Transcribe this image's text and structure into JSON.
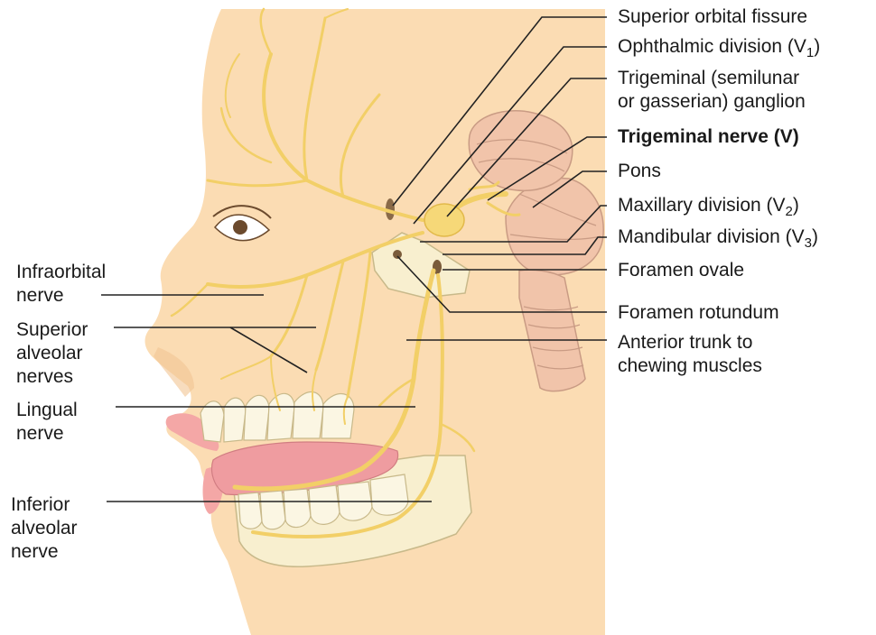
{
  "colors": {
    "skin": "#fbdcb3",
    "skin_shadow": "#f1c592",
    "nerve": "#f6d878",
    "nerve_dark": "#e2b94a",
    "lip": "#f4a7a6",
    "tongue": "#ef9ca0",
    "tooth": "#fbf6e3",
    "bone": "#f8efcf",
    "brainstem": "#f1c4aa",
    "leader": "#222222"
  },
  "icons": [
    "eye",
    "ear-region",
    "teeth",
    "tongue",
    "mandible-bone",
    "brainstem",
    "trigeminal-ganglion"
  ],
  "labels_left": {
    "infraorbital": [
      "Infraorbital",
      "nerve"
    ],
    "superior_alveolar": [
      "Superior",
      "alveolar",
      "nerves"
    ],
    "lingual": [
      "Lingual",
      "nerve"
    ],
    "inferior_alveolar": [
      "Inferior",
      "alveolar",
      "nerve"
    ]
  },
  "labels_right": {
    "superior_orbital_fissure": "Superior orbital fissure",
    "ophthalmic": {
      "text": "Ophthalmic division (V",
      "sub": "1",
      "close": ")"
    },
    "trigeminal_ganglion": [
      "Trigeminal (semilunar",
      "or gasserian) ganglion"
    ],
    "trigeminal_nerve": "Trigeminal nerve (V)",
    "pons": "Pons",
    "maxillary": {
      "text": "Maxillary division (V",
      "sub": "2",
      "close": ")"
    },
    "mandibular": {
      "text": "Mandibular division (V",
      "sub": "3",
      "close": ")"
    },
    "foramen_ovale": "Foramen ovale",
    "foramen_rotundum": "Foramen rotundum",
    "anterior_trunk": [
      "Anterior trunk to",
      "chewing muscles"
    ]
  }
}
